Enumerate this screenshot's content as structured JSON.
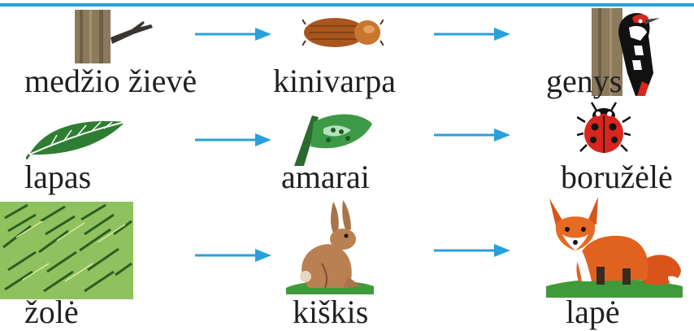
{
  "rows": [
    {
      "items": [
        {
          "label": "medžio žievė",
          "icon": "tree-bark-icon"
        },
        {
          "label": "kinivarpa",
          "icon": "beetle-icon"
        },
        {
          "label": "genys",
          "icon": "woodpecker-icon"
        }
      ]
    },
    {
      "items": [
        {
          "label": "lapas",
          "icon": "leaf-icon"
        },
        {
          "label": "amarai",
          "icon": "aphids-leaf-icon"
        },
        {
          "label": "boružėlė",
          "icon": "ladybug-icon"
        }
      ]
    },
    {
      "items": [
        {
          "label": "žolė",
          "icon": "grass-icon"
        },
        {
          "label": "kiškis",
          "icon": "hare-icon"
        },
        {
          "label": "lapė",
          "icon": "fox-icon"
        }
      ]
    }
  ],
  "colors": {
    "arrow": "#29a0dc",
    "top_line": "#29a0dc",
    "text": "#231f20"
  }
}
